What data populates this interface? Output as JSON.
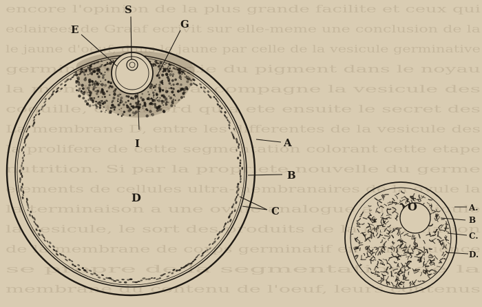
{
  "bleed_through_lines": [
    "encore l'opinion de la plus grande facilite et ceux qui",
    "eclairees de Graaf ecrivit sur elle-meme une conclusion de la",
    "le jaune d'oeuf, dans le jaune par celle de la vesicule germinative",
    "germinative et partie du pigment dans le noyau",
    "la membrane qui accompagne la vesicule des",
    "coquille, et d'abord qu'a ete ensuite le secret des",
    "La membrane D, entre les differentes de la vesicule des",
    "la prolifere de cette segmentation colorant cette etape",
    "nutrition. Si par la propriete nouvelle du germe",
    "elements de cellules ultra-membranaires de la ovule la",
    "la terminaison a une ovule analogue a la vesicule",
    "la vesicule, le sort des produits de la germination",
    "de la membrane de corps germinatif en consequence",
    "se propre de la segmentation de la",
    "membrane du contenu de l'oeuf, leurs contenus"
  ],
  "figure_large": {
    "labels": {
      "S": "S",
      "G": "G",
      "E": "E",
      "I": "I",
      "A": "A",
      "B": "B",
      "C": "C",
      "D": "D"
    }
  },
  "figure_small": {
    "labels": {
      "O": "O",
      "A": "A.",
      "B": "B",
      "C": "C.",
      "D": "D."
    }
  },
  "colors": {
    "paper": "#d9ccb2",
    "ink": "#1e1a14",
    "bleed_text": "#b9ab91"
  }
}
